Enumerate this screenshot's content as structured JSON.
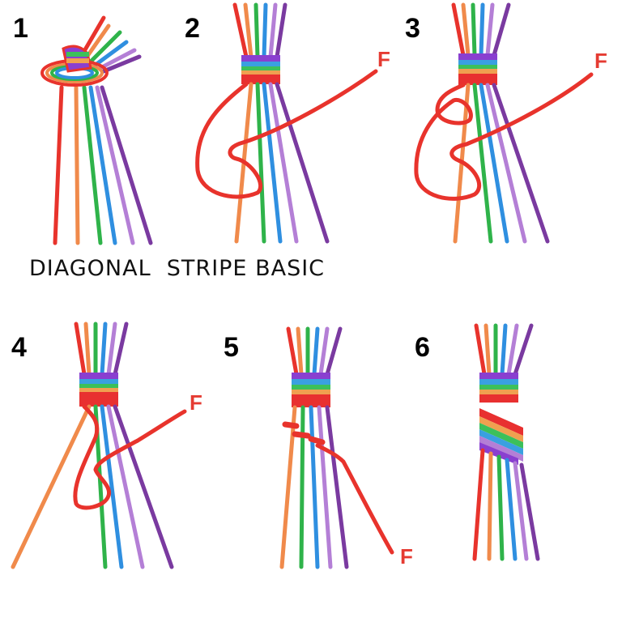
{
  "title": "DIAGONAL  STRIPE BASIC",
  "thread_label": "F",
  "steps": [
    {
      "number": "1"
    },
    {
      "number": "2"
    },
    {
      "number": "3"
    },
    {
      "number": "4"
    },
    {
      "number": "5"
    },
    {
      "number": "6"
    }
  ],
  "colors": {
    "red": "#e8332c",
    "orange": "#f08a4b",
    "green": "#2fb34a",
    "blue": "#2f8fe0",
    "lilac": "#b47fd6",
    "purple": "#7a3aa0",
    "band_purple": "#8a3fd0",
    "band_blue": "#3aa0e0",
    "band_green": "#3cc05a",
    "band_orange": "#f0a050",
    "band_red": "#e83030"
  }
}
